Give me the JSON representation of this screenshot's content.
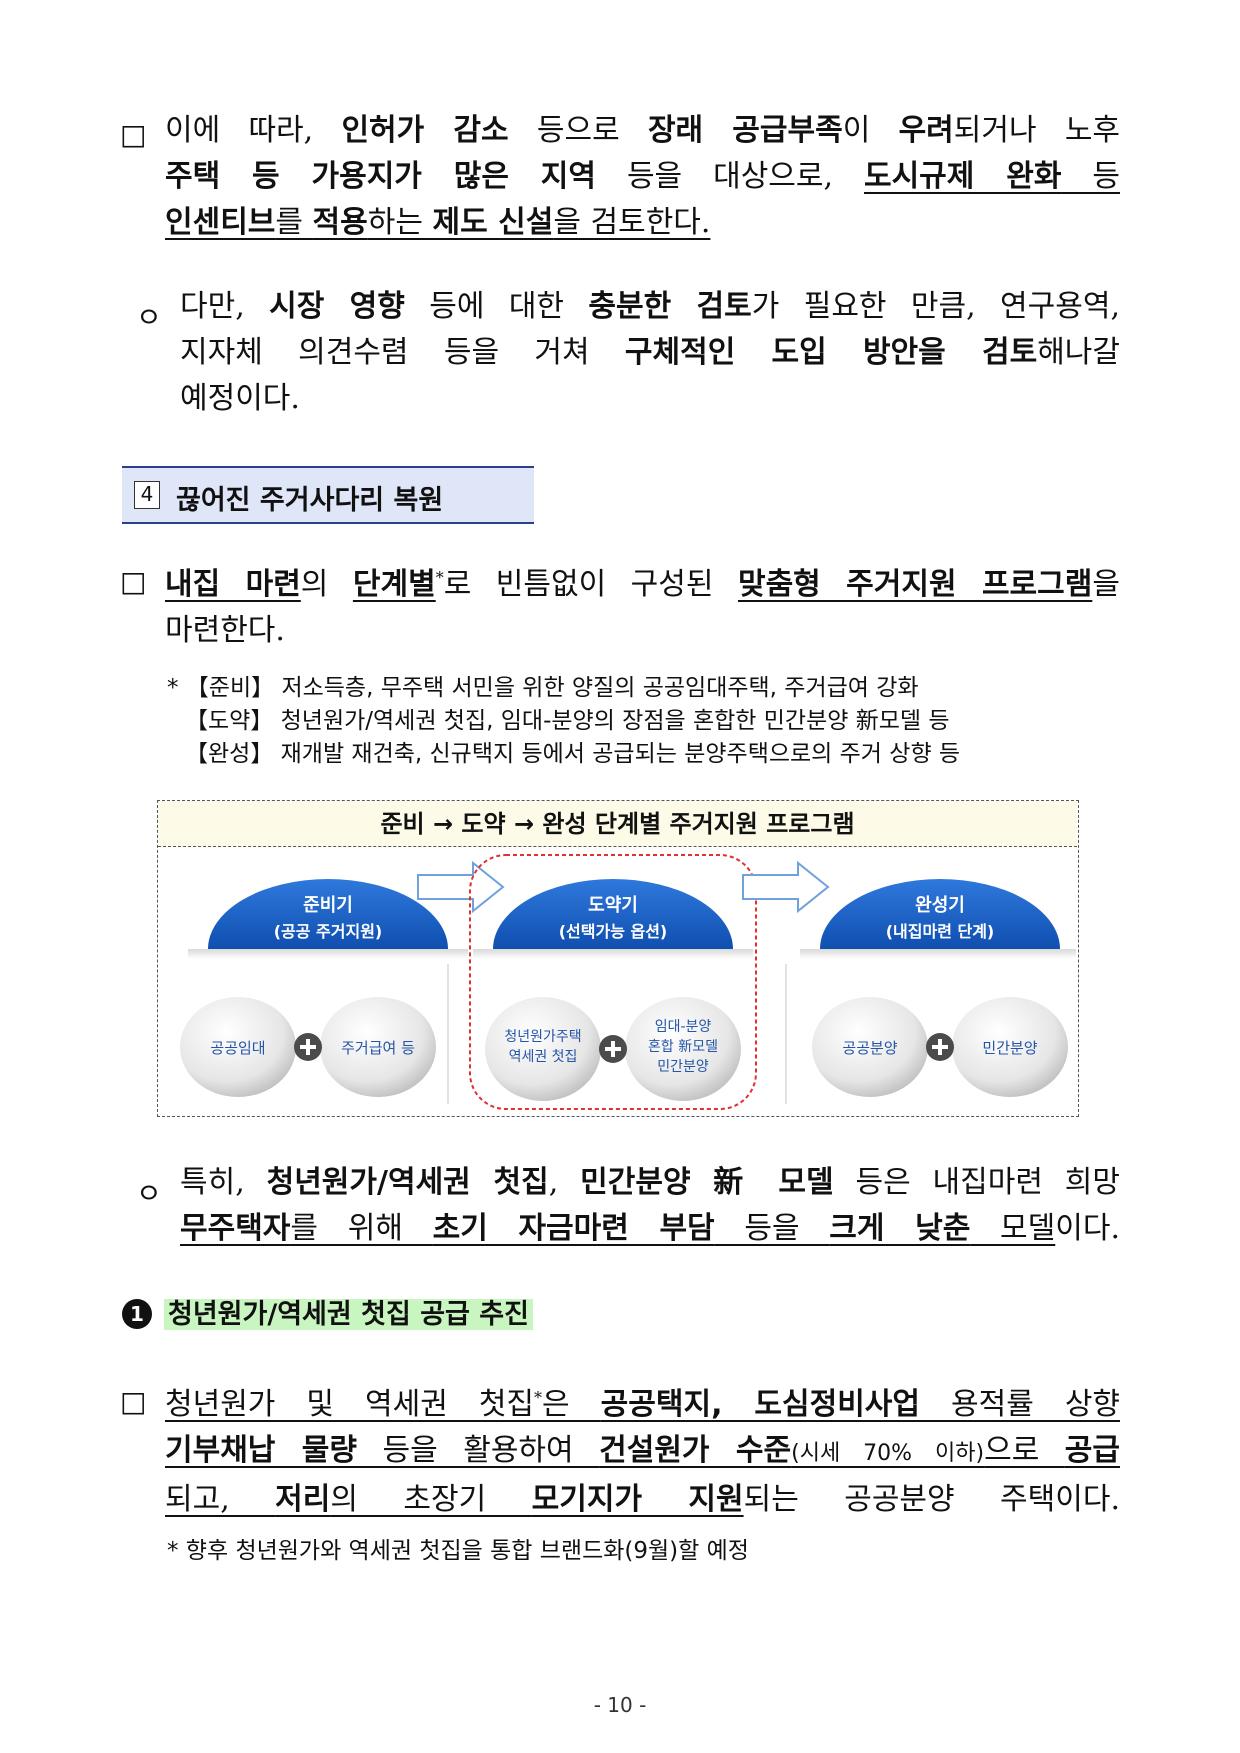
{
  "p1": {
    "bullet": "□",
    "l1a": "이에 따라, ",
    "l1b": "인허가 감소",
    "l1c": " 등으로 ",
    "l1d": "장래 공급부족",
    "l1e": "이 ",
    "l1f": "우려",
    "l1g": "되거나 노후",
    "l2a": "주택 등 가용지가 많은 지역",
    "l2b": " 등을 대상으로, ",
    "l2c": "도시규제 완화",
    "l2d": " 등",
    "l3a": "인센티브",
    "l3b": "를 ",
    "l3c": "적용",
    "l3d": "하는 ",
    "l3e": "제도 신설",
    "l3f": "을 검토한다."
  },
  "p2": {
    "bullet": "ㅇ",
    "l1a": "다만, ",
    "l1b": "시장 영향",
    "l1c": " 등에 대한 ",
    "l1d": "충분한 검토",
    "l1e": "가 필요한 만큼, 연구용역,",
    "l2a": "지자체 의견수렴 등을 거쳐 ",
    "l2b": "구체적인 도입 방안을 검토",
    "l2c": "해나갈",
    "l3": "예정이다."
  },
  "heading4": {
    "num": "4",
    "text": "끊어진 주거사다리 복원"
  },
  "p3": {
    "bullet": "□",
    "l1a": "내집 마련",
    "l1b": "의 ",
    "l1c": "단계별",
    "l1d": "*",
    "l1e": "로 빈틈없이 구성된 ",
    "l1f": "맞춤형 주거지원 프로그램",
    "l1g": "을",
    "l2": "마련한다."
  },
  "footnote1": {
    "l1": "* 【준비】 저소득층, 무주택 서민을 위한 양질의 공공임대주택, 주거급여 강화",
    "l2": "【도약】 청년원가/역세권 첫집, 임대-분양의 장점을 혼합한 민간분양 新모델 등",
    "l3": "【완성】 재개발 재건축, 신규택지 등에서 공급되는 분양주택으로의 주거 상향 등"
  },
  "figure": {
    "title": "준비 → 도약 → 완성 단계별 주거지원 프로그램",
    "stages": [
      {
        "name": "준비기",
        "sub": "(공공 주거지원)",
        "left": [
          "공공임대"
        ],
        "right": [
          "주거급여 등"
        ]
      },
      {
        "name": "도약기",
        "sub": "(선택가능 옵션)",
        "left": [
          "청년원가주택",
          "역세권 첫집"
        ],
        "right": [
          "임대-분양",
          "혼합 新모델",
          "민간분양"
        ]
      },
      {
        "name": "완성기",
        "sub": "(내집마련 단계)",
        "left": [
          "공공분양"
        ],
        "right": [
          "민간분양"
        ]
      }
    ],
    "colors": {
      "dome": "#1a5fc4",
      "highlight": "#e03030"
    }
  },
  "p4": {
    "bullet": "ㅇ",
    "l1a": "특히, ",
    "l1b": "청년원가/역세권 첫집",
    "l1c": ", ",
    "l1d": "민간분양 新 모델",
    "l1e": " 등은 내집마련 희망",
    "l2a": "무주택자",
    "l2b": "를 위해 ",
    "l2c": "초기 자금마련 부담",
    "l2d": " 등을 ",
    "l2e": "크게 낮춘",
    "l2f": " 모델",
    "l2g": "이다."
  },
  "section1": {
    "num": "1",
    "text": "청년원가/역세권 첫집 공급 추진"
  },
  "p5": {
    "bullet": "□",
    "l1a": "청년원가 및 역세권 첫집",
    "l1b": "*",
    "l1c": "은 ",
    "l1d": "공공택지, 도심정비사업",
    "l1e": " 용적률 상향",
    "l2a": "기부채납 물량",
    "l2b": " 등을 활용하여 ",
    "l2c": "건설원가 수준",
    "l2d": "(시세 70% 이하)",
    "l2e": "으로 ",
    "l2f": "공급",
    "l3a": "되고, ",
    "l3b": "저리",
    "l3c": "의 초장기 ",
    "l3d": "모기지가 지원",
    "l3e": "되는 공공분양 주택이다."
  },
  "footnote2": "* 향후 청년원가와 역세권 첫집을 통합 브랜드화(9월)할 예정",
  "page_number": "- 10 -"
}
